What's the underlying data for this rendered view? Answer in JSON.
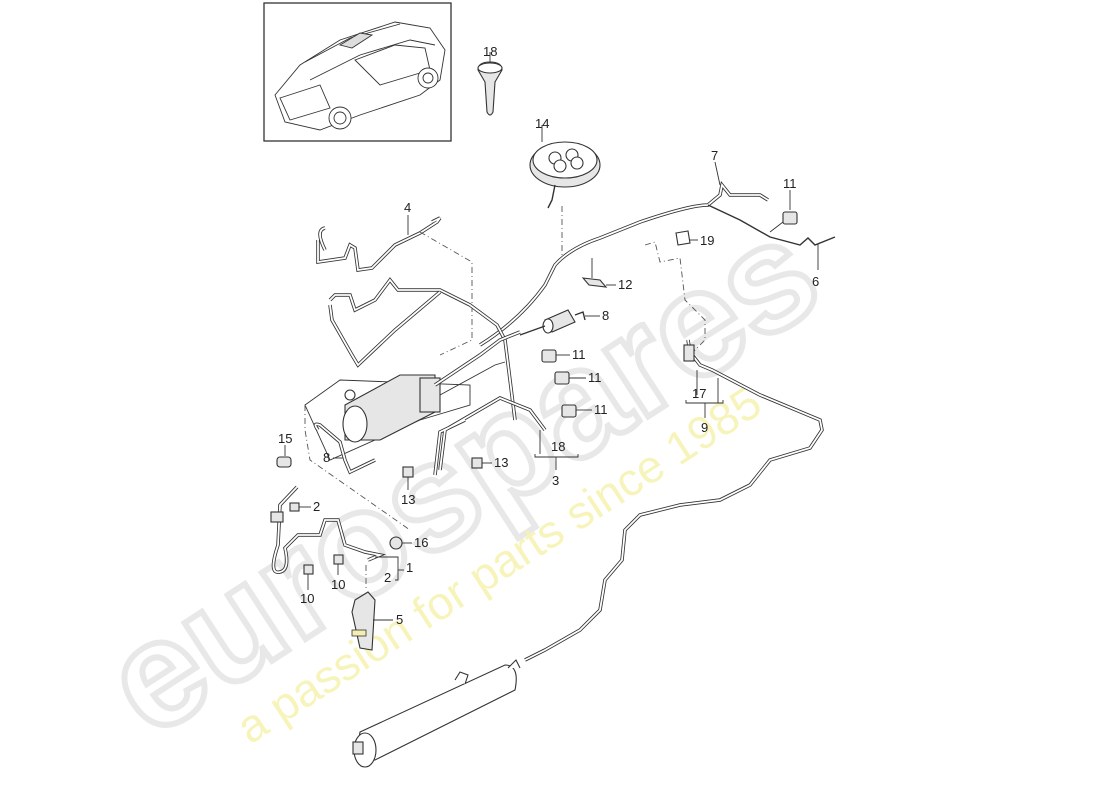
{
  "diagram": {
    "type": "exploded parts diagram",
    "subject": "Air suspension compressor and lines (SUV)",
    "watermark": {
      "brand": "eurospares",
      "tagline": "a passion for parts since 1985"
    },
    "thumbnail": {
      "label": "vehicle overview thumbnail"
    },
    "callouts": [
      {
        "id": "c18a",
        "text": "18"
      },
      {
        "id": "c14",
        "text": "14"
      },
      {
        "id": "c7",
        "text": "7"
      },
      {
        "id": "c11a",
        "text": "11"
      },
      {
        "id": "c4",
        "text": "4"
      },
      {
        "id": "c19",
        "text": "19"
      },
      {
        "id": "c6",
        "text": "6"
      },
      {
        "id": "c12",
        "text": "12"
      },
      {
        "id": "c8a",
        "text": "8"
      },
      {
        "id": "c11b",
        "text": "11"
      },
      {
        "id": "c11c",
        "text": "11"
      },
      {
        "id": "c11d",
        "text": "11"
      },
      {
        "id": "c17",
        "text": "17"
      },
      {
        "id": "c9",
        "text": "9"
      },
      {
        "id": "c15",
        "text": "15"
      },
      {
        "id": "c8b",
        "text": "8"
      },
      {
        "id": "c18b",
        "text": "18"
      },
      {
        "id": "c3",
        "text": "3"
      },
      {
        "id": "c13a",
        "text": "13"
      },
      {
        "id": "c13b",
        "text": "13"
      },
      {
        "id": "c2a",
        "text": "2"
      },
      {
        "id": "c16",
        "text": "16"
      },
      {
        "id": "c1",
        "text": "1"
      },
      {
        "id": "c2b",
        "text": "2"
      },
      {
        "id": "c10a",
        "text": "10"
      },
      {
        "id": "c10b",
        "text": "10"
      },
      {
        "id": "c5",
        "text": "5"
      }
    ]
  },
  "c": {
    "n18a": "18",
    "n14": "14",
    "n7": "7",
    "n11a": "11",
    "n4": "4",
    "n19": "19",
    "n6": "6",
    "n12": "12",
    "n8a": "8",
    "n11b": "11",
    "n11c": "11",
    "n11d": "11",
    "n17": "17",
    "n9": "9",
    "n15": "15",
    "n8b": "8",
    "n18b": "18",
    "n3": "3",
    "n13a": "13",
    "n13b": "13",
    "n2a": "2",
    "n16": "16",
    "n1": "1",
    "n2b": "2",
    "n10a": "10",
    "n10b": "10",
    "n5": "5",
    "wm_brand": "eurospares",
    "wm_tag": "a passion for parts since 1985"
  }
}
